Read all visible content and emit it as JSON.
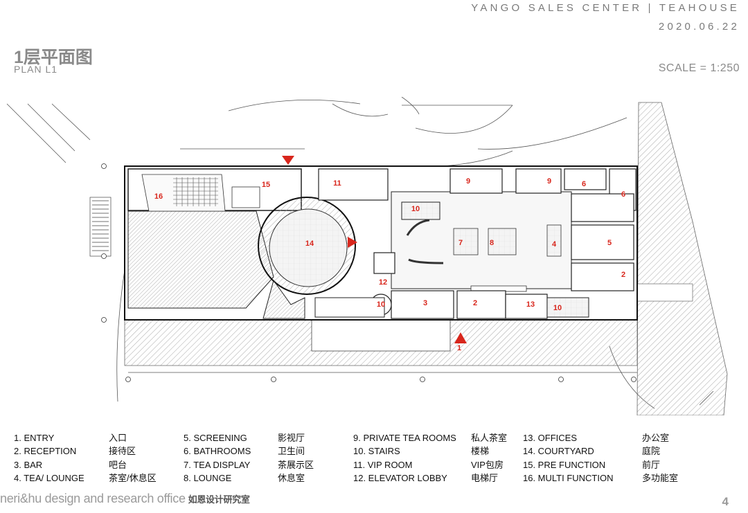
{
  "header": {
    "project_title": "YANGO SALES CENTER | TEAHOUSE",
    "date": "2020.06.22"
  },
  "plan": {
    "title_cn": "1层平面图",
    "title_en": "PLAN L1",
    "scale": "SCALE = 1:250"
  },
  "colors": {
    "room_number": "#d8261c",
    "entry_arrow": "#d8261c",
    "wall": "#1a1a1a",
    "hatch": "#9a9a9a",
    "header_text": "#7a7a7a"
  },
  "room_labels": [
    "1",
    "2",
    "2",
    "3",
    "4",
    "5",
    "6",
    "6",
    "7",
    "8",
    "9",
    "9",
    "10",
    "10",
    "10",
    "11",
    "12",
    "13",
    "14",
    "15",
    "16"
  ],
  "legend": {
    "col1": [
      {
        "en": "1. ENTRY",
        "cn": "入口"
      },
      {
        "en": "2. RECEPTION",
        "cn": "接待区"
      },
      {
        "en": "3. BAR",
        "cn": "吧台"
      },
      {
        "en": "4. TEA/ LOUNGE",
        "cn": "茶室/休息区"
      }
    ],
    "col2": [
      {
        "en": "5. SCREENING",
        "cn": "影视厅"
      },
      {
        "en": "6. BATHROOMS",
        "cn": "卫生间"
      },
      {
        "en": "7. TEA DISPLAY",
        "cn": "茶展示区"
      },
      {
        "en": "8. LOUNGE",
        "cn": "休息室"
      }
    ],
    "col3": [
      {
        "en": "9. PRIVATE TEA ROOMS",
        "cn": "私人茶室"
      },
      {
        "en": "10. STAIRS",
        "cn": "楼梯"
      },
      {
        "en": "11. VIP ROOM",
        "cn": "VIP包房"
      },
      {
        "en": "12. ELEVATOR LOBBY",
        "cn": "电梯厅"
      }
    ],
    "col4": [
      {
        "en": "13. OFFICES",
        "cn": "办公室"
      },
      {
        "en": "14. COURTYARD",
        "cn": "庭院"
      },
      {
        "en": "15. PRE FUNCTION",
        "cn": "前厅"
      },
      {
        "en": "16. MULTI FUNCTION",
        "cn": "多功能室"
      }
    ]
  },
  "footer": {
    "office_en": "neri&hu design and research office",
    "office_cn": "如恩设计研究室",
    "page_number": "4"
  }
}
